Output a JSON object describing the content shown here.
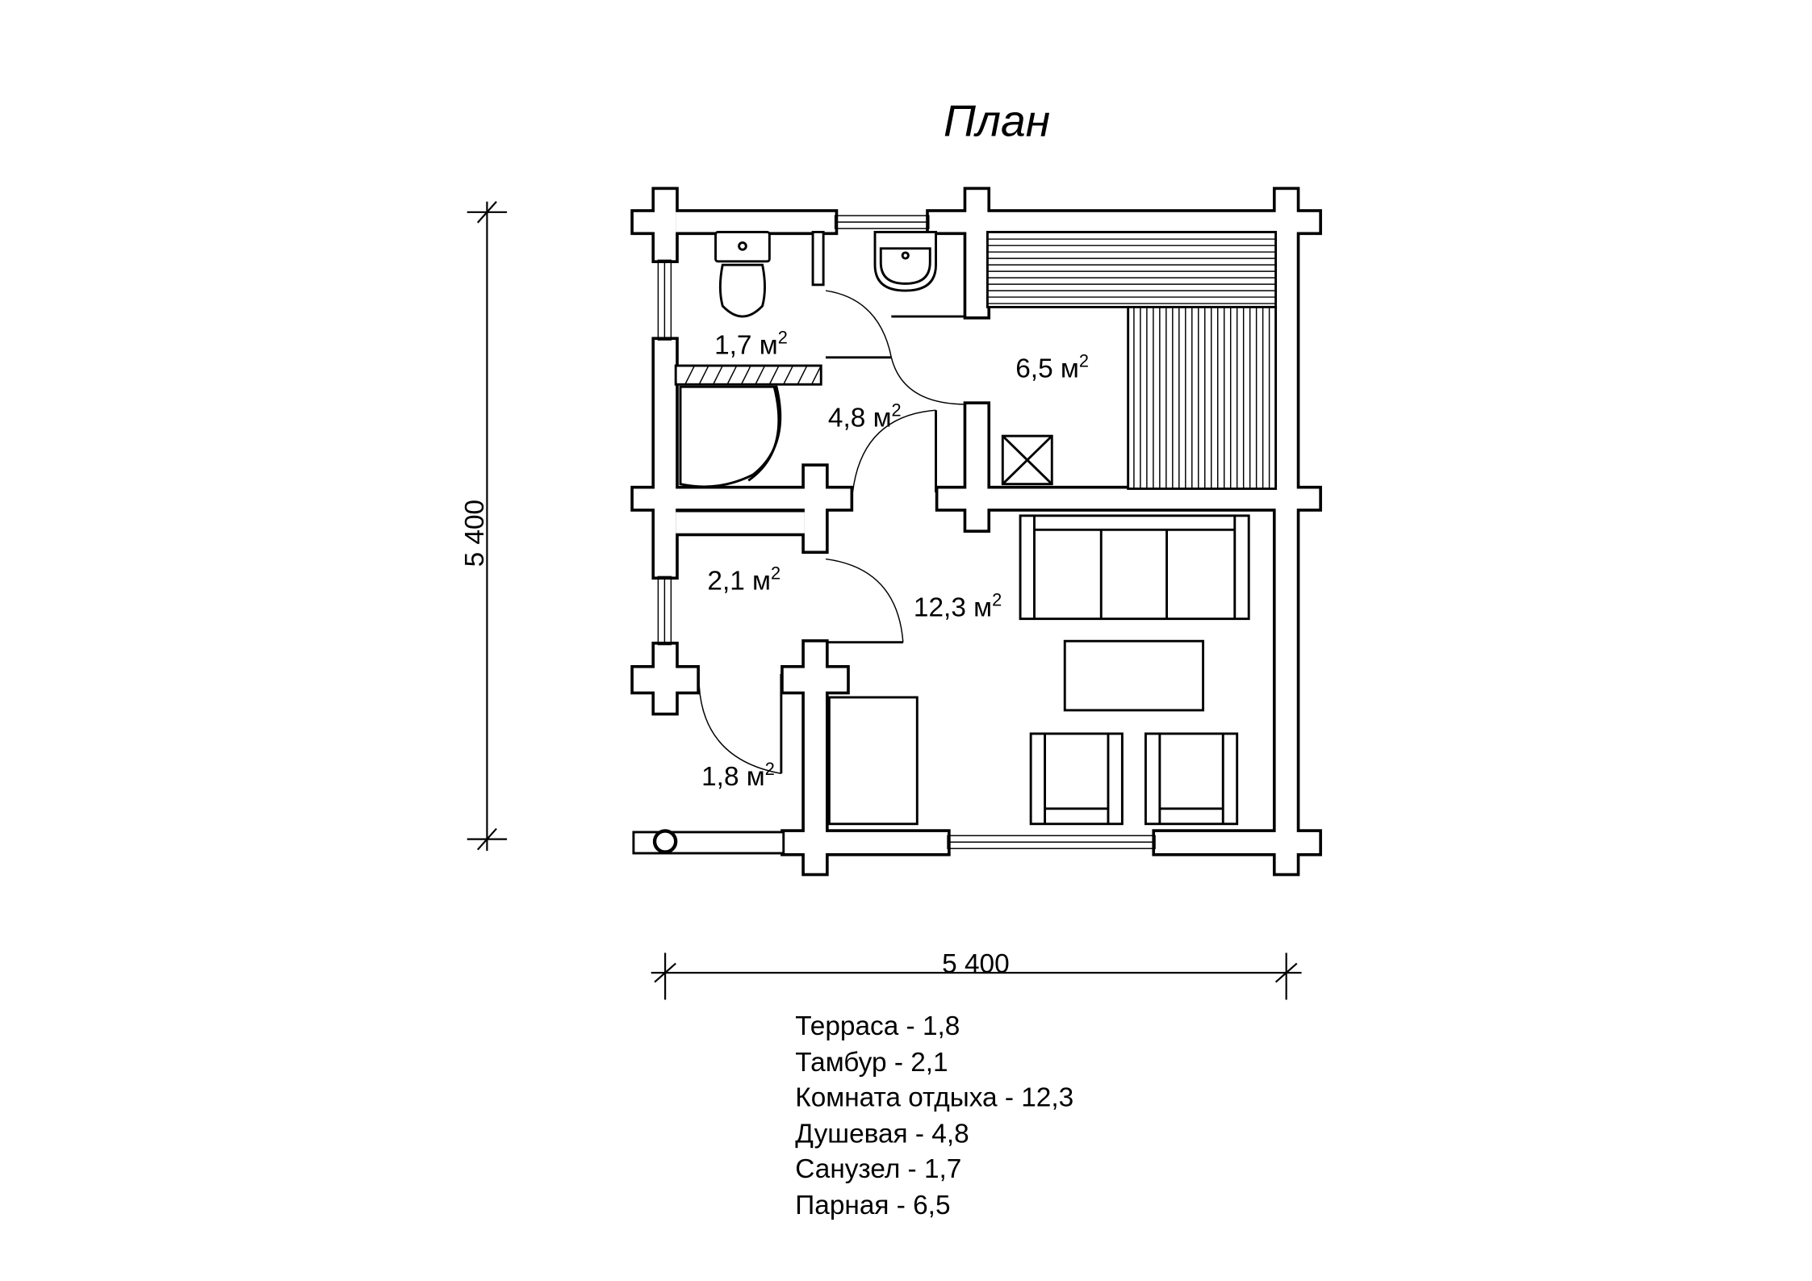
{
  "title": "План",
  "dimensions": {
    "vertical": "5 400",
    "horizontal": "5 400"
  },
  "rooms": [
    {
      "name": "Санузел",
      "area": "1,7 м",
      "sup": "2"
    },
    {
      "name": "Парная",
      "area": "6,5 м",
      "sup": "2"
    },
    {
      "name": "Душевая",
      "area": "4,8 м",
      "sup": "2"
    },
    {
      "name": "Тамбур",
      "area": "2,1 м",
      "sup": "2"
    },
    {
      "name": "Комната отдыха",
      "area": "12,3 м",
      "sup": "2"
    },
    {
      "name": "Терраса",
      "area": "1,8 м",
      "sup": "2"
    }
  ],
  "legend": [
    "Терраса - 1,8",
    "Тамбур - 2,1",
    "Комната отдыха - 12,3",
    "Душевая - 4,8",
    "Санузел - 1,7",
    "Парная - 6,5"
  ],
  "colors": {
    "line": "#000000",
    "background": "#ffffff"
  }
}
